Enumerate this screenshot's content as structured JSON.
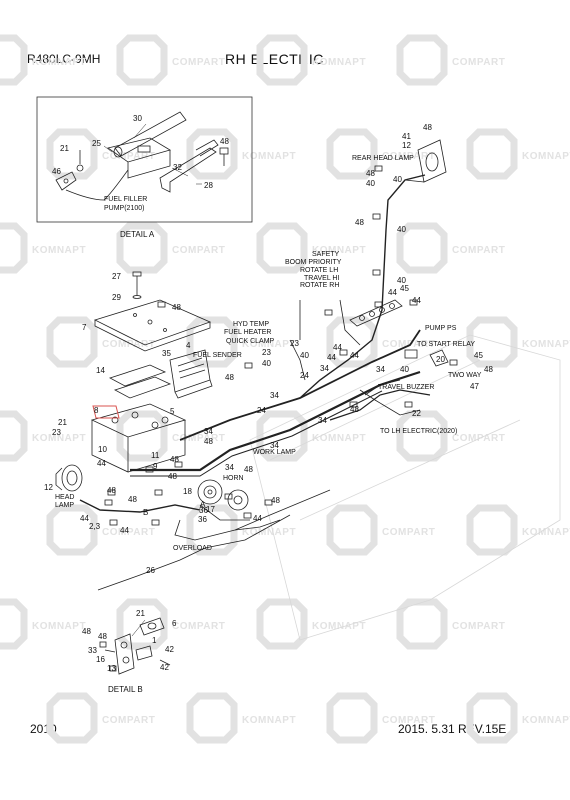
{
  "header": {
    "model": "R480LC-9MH",
    "title": "RH ELECTRIC"
  },
  "footer": {
    "year": "2010",
    "revision": "2015. 5.31  REV.15E"
  },
  "watermark": {
    "text_a": "KOMNAPT",
    "text_b": "COMPART",
    "color": "#e2e2e2"
  },
  "detail_a": {
    "caption": "DETAIL A",
    "fuel_filler_line1": "FUEL FILLER",
    "fuel_filler_line2": "PUMP(2100)",
    "parts": [
      "30",
      "25",
      "21",
      "46",
      "48",
      "32",
      "28"
    ]
  },
  "detail_b": {
    "caption": "DETAIL B",
    "parts": [
      "21",
      "48",
      "6",
      "48",
      "33",
      "16",
      "1",
      "13",
      "42",
      "42"
    ]
  },
  "labels": {
    "safety": "SAFETY",
    "boom_priority": "BOOM PRIORITY",
    "rotate_lh": "ROTATE LH",
    "travel_hi": "TRAVEL HI",
    "rotate_rh": "ROTATE RH",
    "rear_head_lamp": "REAR HEAD LAMP",
    "hyd_temp": "HYD TEMP",
    "fuel_heater": "FUEL HEATER",
    "quick_clamp": "QUICK CLAMP",
    "fuel_sender": "FUEL SENDER",
    "pump_ps": "PUMP PS",
    "to_start_relay": "TO START RELAY",
    "two_way": "TWO WAY",
    "travel_buzzer": "TRAVEL BUZZER",
    "to_lh_electric": "TO LH ELECTRIC(2020)",
    "work_lamp": "WORK LAMP",
    "horn": "HORN",
    "head_lamp_1": "HEAD",
    "head_lamp_2": "LAMP",
    "overload": "OVERLOAD",
    "mark_a": "A",
    "mark_b": "B"
  },
  "part_numbers": {
    "n48": "48",
    "n41": "41",
    "n12": "12",
    "n40": "40",
    "n44": "44",
    "n45": "45",
    "n27": "27",
    "n29": "29",
    "n7": "7",
    "n14": "14",
    "n35": "35",
    "n4": "4",
    "n23": "23",
    "n24": "24",
    "n34": "34",
    "n8": "8",
    "n5": "5",
    "n21": "21",
    "n10": "10",
    "n11": "11",
    "n9": "9",
    "n18": "18",
    "n36": "36",
    "n17": "17",
    "n22": "22",
    "n20": "20",
    "n47": "47",
    "n26": "26",
    "n23b": "2,3",
    "n3": "3"
  }
}
